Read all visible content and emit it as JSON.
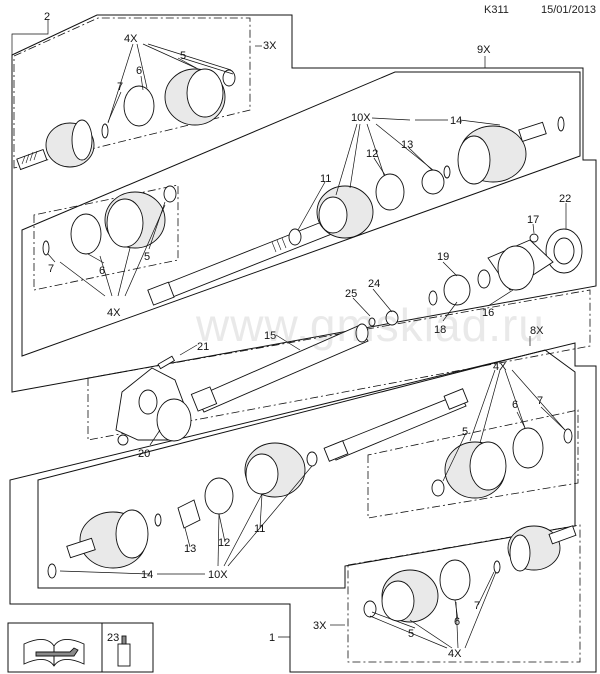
{
  "header": {
    "code": "K311",
    "date": "15/01/2013"
  },
  "watermark": "www.gmsklad.ru",
  "labels": {
    "l2": "2",
    "l4x_a": "4X",
    "l5_a": "5",
    "l3x_a": "3X",
    "l7_a": "7",
    "l6_a": "6",
    "l9x": "9X",
    "l10x_a": "10X",
    "l14_a": "14",
    "l12_a": "12",
    "l13_a": "13",
    "l11_a": "11",
    "l22": "22",
    "l17": "17",
    "l7_b": "7",
    "l6_b": "6",
    "l5_b": "5",
    "l4x_b": "4X",
    "l19": "19",
    "l24": "24",
    "l25": "25",
    "l18": "18",
    "l16": "16",
    "l15": "15",
    "l21": "21",
    "l20": "20",
    "l8x": "8X",
    "l4x_c": "4X",
    "l6_c": "6",
    "l7_c": "7",
    "l5_c": "5",
    "l11_b": "11",
    "l12_b": "12",
    "l13_b": "13",
    "l14_b": "14",
    "l10x_b": "10X",
    "l3x_b": "3X",
    "l5_d": "5",
    "l6_d": "6",
    "l7_d": "7",
    "l4x_d": "4X",
    "l1": "1",
    "l23": "23"
  }
}
